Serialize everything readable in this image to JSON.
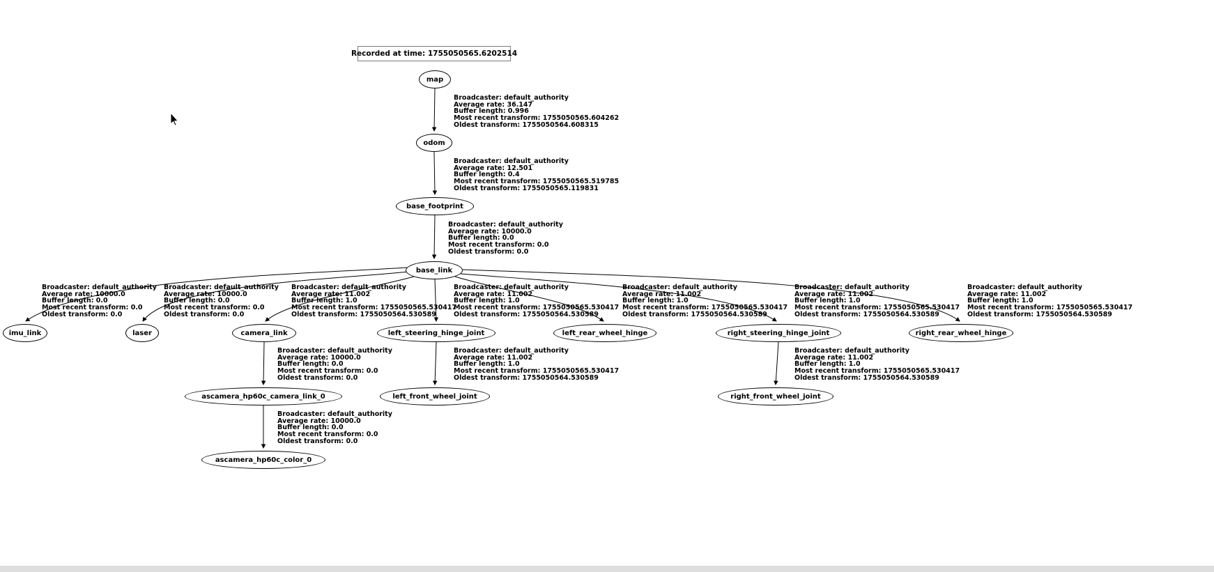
{
  "header": {
    "recorded_at": "Recorded at time: 1755050565.6202514"
  },
  "colors": {
    "background": "#ffffff",
    "node_border": "#000000",
    "text": "#000000",
    "title_border": "#7a7a7a"
  },
  "nodes": [
    {
      "id": "map",
      "label": "map"
    },
    {
      "id": "odom",
      "label": "odom"
    },
    {
      "id": "base_footprint",
      "label": "base_footprint"
    },
    {
      "id": "base_link",
      "label": "base_link"
    },
    {
      "id": "imu_link",
      "label": "imu_link"
    },
    {
      "id": "laser",
      "label": "laser"
    },
    {
      "id": "camera_link",
      "label": "camera_link"
    },
    {
      "id": "left_steering_hinge_joint",
      "label": "left_steering_hinge_joint"
    },
    {
      "id": "left_rear_wheel_hinge",
      "label": "left_rear_wheel_hinge"
    },
    {
      "id": "right_steering_hinge_joint",
      "label": "right_steering_hinge_joint"
    },
    {
      "id": "right_rear_wheel_hinge",
      "label": "right_rear_wheel_hinge"
    },
    {
      "id": "ascamera_hp60c_camera_link_0",
      "label": "ascamera_hp60c_camera_link_0"
    },
    {
      "id": "left_front_wheel_joint",
      "label": "left_front_wheel_joint"
    },
    {
      "id": "right_front_wheel_joint",
      "label": "right_front_wheel_joint"
    },
    {
      "id": "ascamera_hp60c_color_0",
      "label": "ascamera_hp60c_color_0"
    }
  ],
  "edges": [
    {
      "from": "map",
      "to": "odom",
      "lines": [
        "Broadcaster: default_authority",
        "Average rate: 36.147",
        "Buffer length: 0.996",
        "Most recent transform: 1755050565.604262",
        "Oldest transform: 1755050564.608315"
      ]
    },
    {
      "from": "odom",
      "to": "base_footprint",
      "lines": [
        "Broadcaster: default_authority",
        "Average rate: 12.501",
        "Buffer length: 0.4",
        "Most recent transform: 1755050565.519785",
        "Oldest transform: 1755050565.119831"
      ]
    },
    {
      "from": "base_footprint",
      "to": "base_link",
      "lines": [
        "Broadcaster: default_authority",
        "Average rate: 10000.0",
        "Buffer length: 0.0",
        "Most recent transform: 0.0",
        "Oldest transform: 0.0"
      ]
    },
    {
      "from": "base_link",
      "to": "imu_link",
      "lines": [
        "Broadcaster: default_authority",
        "Average rate: 10000.0",
        "Buffer length: 0.0",
        "Most recent transform: 0.0",
        "Oldest transform: 0.0"
      ]
    },
    {
      "from": "base_link",
      "to": "laser",
      "lines": [
        "Broadcaster: default_authority",
        "Average rate: 10000.0",
        "Buffer length: 0.0",
        "Most recent transform: 0.0",
        "Oldest transform: 0.0"
      ]
    },
    {
      "from": "base_link",
      "to": "camera_link",
      "lines": [
        "Broadcaster: default_authority",
        "Average rate: 11.002",
        "Buffer length: 1.0",
        "Most recent transform: 1755050565.530417",
        "Oldest transform: 1755050564.530589"
      ]
    },
    {
      "from": "base_link",
      "to": "left_steering_hinge_joint",
      "lines": [
        "Broadcaster: default_authority",
        "Average rate: 11.002",
        "Buffer length: 1.0",
        "Most recent transform: 1755050565.530417",
        "Oldest transform: 1755050564.530589"
      ]
    },
    {
      "from": "base_link",
      "to": "left_rear_wheel_hinge",
      "lines": [
        "Broadcaster: default_authority",
        "Average rate: 11.002",
        "Buffer length: 1.0",
        "Most recent transform: 1755050565.530417",
        "Oldest transform: 1755050564.530589"
      ]
    },
    {
      "from": "base_link",
      "to": "right_steering_hinge_joint",
      "lines": [
        "Broadcaster: default_authority",
        "Average rate: 11.002",
        "Buffer length: 1.0",
        "Most recent transform: 1755050565.530417",
        "Oldest transform: 1755050564.530589"
      ]
    },
    {
      "from": "base_link",
      "to": "right_rear_wheel_hinge",
      "lines": [
        "Broadcaster: default_authority",
        "Average rate: 11.002",
        "Buffer length: 1.0",
        "Most recent transform: 1755050565.530417",
        "Oldest transform: 1755050564.530589"
      ]
    },
    {
      "from": "camera_link",
      "to": "ascamera_hp60c_camera_link_0",
      "lines": [
        "Broadcaster: default_authority",
        "Average rate: 10000.0",
        "Buffer length: 0.0",
        "Most recent transform: 0.0",
        "Oldest transform: 0.0"
      ]
    },
    {
      "from": "left_steering_hinge_joint",
      "to": "left_front_wheel_joint",
      "lines": [
        "Broadcaster: default_authority",
        "Average rate: 11.002",
        "Buffer length: 1.0",
        "Most recent transform: 1755050565.530417",
        "Oldest transform: 1755050564.530589"
      ]
    },
    {
      "from": "right_steering_hinge_joint",
      "to": "right_front_wheel_joint",
      "lines": [
        "Broadcaster: default_authority",
        "Average rate: 11.002",
        "Buffer length: 1.0",
        "Most recent transform: 1755050565.530417",
        "Oldest transform: 1755050564.530589"
      ]
    },
    {
      "from": "ascamera_hp60c_camera_link_0",
      "to": "ascamera_hp60c_color_0",
      "lines": [
        "Broadcaster: default_authority",
        "Average rate: 10000.0",
        "Buffer length: 0.0",
        "Most recent transform: 0.0",
        "Oldest transform: 0.0"
      ]
    }
  ]
}
